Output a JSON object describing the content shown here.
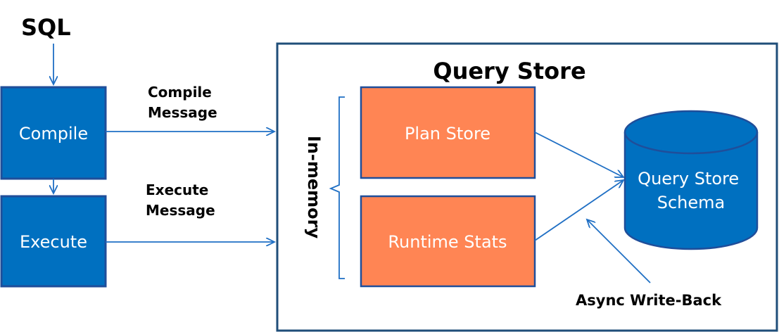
{
  "sql_label": "SQL",
  "compile_box": {
    "label": "Compile"
  },
  "execute_box": {
    "label": "Execute"
  },
  "compile_message": {
    "line1": "Compile",
    "line2": "Message"
  },
  "execute_message": {
    "line1": "Execute",
    "line2": "Message"
  },
  "query_store": {
    "title": "Query Store"
  },
  "in_memory_label": "In-memory",
  "plan_store": {
    "label": "Plan Store"
  },
  "runtime_stats": {
    "label": "Runtime Stats"
  },
  "schema": {
    "line1": "Query Store",
    "line2": "Schema"
  },
  "async_write_back": "Async Write-Back",
  "colors": {
    "blue_box_fill": "#0070C0",
    "blue_box_border": "#1F4E9A",
    "orange_box_fill": "#FF8554",
    "orange_box_border": "#1F4E9A",
    "cylinder_fill": "#0070C0",
    "frame_border": "#1F4E79",
    "arrow": "#1F6FC4"
  }
}
